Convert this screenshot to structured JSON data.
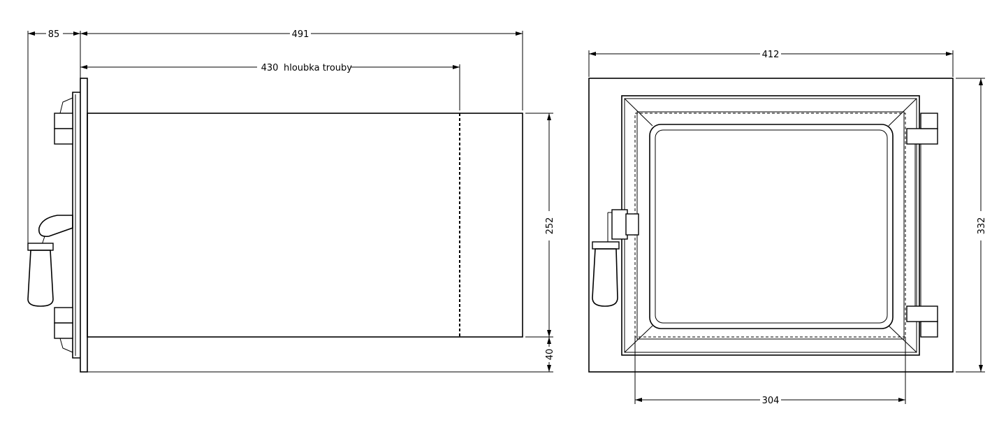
{
  "dimensions": {
    "side_overall_depth": "491",
    "side_door_offset": "85",
    "side_oven_depth": "430",
    "side_oven_depth_label": "hloubka trouby",
    "side_height": "252",
    "side_base": "40",
    "front_width": "412",
    "front_height": "332",
    "front_opening": "304"
  }
}
